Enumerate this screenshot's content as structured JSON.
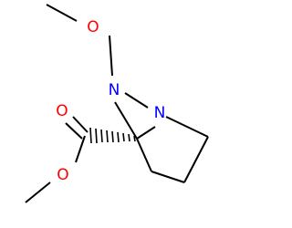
{
  "molecule": {
    "atoms": {
      "n_upper": {
        "symbol": "N",
        "color": "#0000ff"
      },
      "n_ring": {
        "symbol": "N",
        "color": "#0000ff"
      },
      "o_methoxy": {
        "symbol": "O",
        "color": "#ff0000"
      },
      "o_carbonyl": {
        "symbol": "O",
        "color": "#ff0000"
      },
      "o_ester": {
        "symbol": "O",
        "color": "#ff0000"
      }
    },
    "bond_color": "#000000",
    "stereo_bond": "hashed-wedge"
  }
}
